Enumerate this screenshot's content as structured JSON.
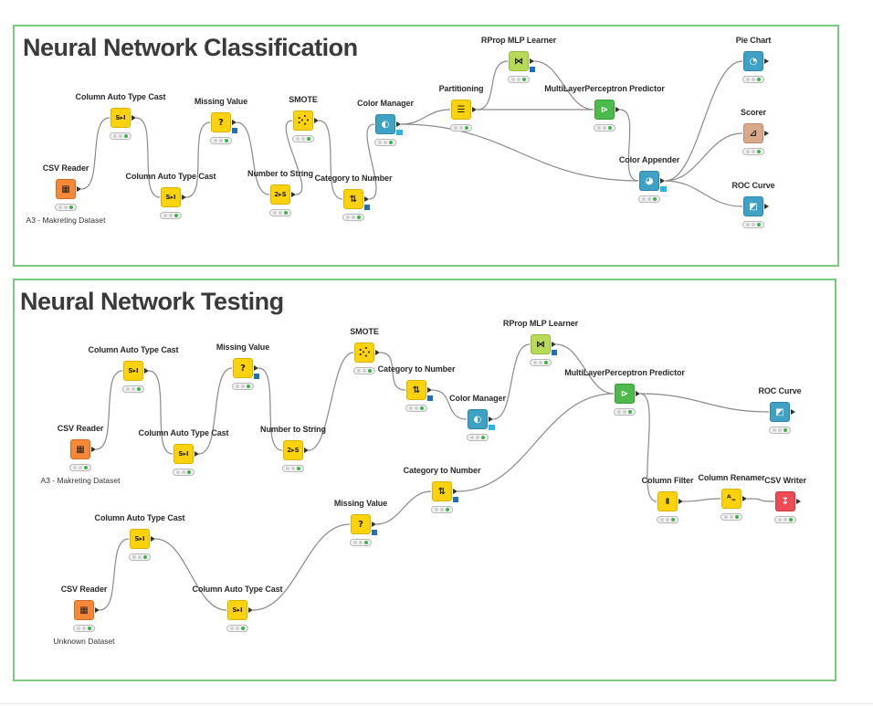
{
  "workflow": {
    "sections": [
      {
        "id": "classification",
        "title": "Neural Network Classification"
      },
      {
        "id": "testing",
        "title": "Neural Network Testing"
      }
    ],
    "nodes": {
      "c_csv": {
        "label": "CSV Reader",
        "sublabel": "A3 - Makreting Dataset",
        "icon": "table-arrow-icon",
        "color": "orange"
      },
      "c_cat1": {
        "label": "Column Auto Type Cast",
        "icon": "type-cast-icon",
        "color": "yellow"
      },
      "c_cat2": {
        "label": "Column Auto Type Cast",
        "icon": "type-cast-icon",
        "color": "yellow"
      },
      "c_mv": {
        "label": "Missing Value",
        "icon": "question-icon",
        "color": "yellow"
      },
      "c_n2s": {
        "label": "Number to String",
        "icon": "number-to-string-icon",
        "color": "yellow"
      },
      "c_smote": {
        "label": "SMOTE",
        "icon": "scatter-icon",
        "color": "yellow"
      },
      "c_c2n": {
        "label": "Category to Number",
        "icon": "category-number-icon",
        "color": "yellow"
      },
      "c_cm": {
        "label": "Color Manager",
        "icon": "color-drop-icon",
        "color": "teal"
      },
      "c_part": {
        "label": "Partitioning",
        "icon": "partition-icon",
        "color": "yellow"
      },
      "c_rprop": {
        "label": "RProp MLP Learner",
        "icon": "neural-net-icon",
        "color": "lime"
      },
      "c_mlp": {
        "label": "MultiLayerPerceptron Predictor",
        "icon": "predictor-icon",
        "color": "green"
      },
      "c_ca": {
        "label": "Color Appender",
        "icon": "color-wheel-icon",
        "color": "teal"
      },
      "c_pie": {
        "label": "Pie Chart",
        "icon": "pie-icon",
        "color": "teal"
      },
      "c_scorer": {
        "label": "Scorer",
        "icon": "scorer-icon",
        "color": "tan"
      },
      "c_roc": {
        "label": "ROC Curve",
        "icon": "roc-icon",
        "color": "teal"
      },
      "t_csv1": {
        "label": "CSV Reader",
        "sublabel": "A3 - Makreting Dataset",
        "icon": "table-arrow-icon",
        "color": "orange"
      },
      "t_cat1": {
        "label": "Column Auto Type Cast",
        "icon": "type-cast-icon",
        "color": "yellow"
      },
      "t_cat2": {
        "label": "Column Auto Type Cast",
        "icon": "type-cast-icon",
        "color": "yellow"
      },
      "t_mv1": {
        "label": "Missing Value",
        "icon": "question-icon",
        "color": "yellow"
      },
      "t_n2s": {
        "label": "Number to String",
        "icon": "number-to-string-icon",
        "color": "yellow"
      },
      "t_smote": {
        "label": "SMOTE",
        "icon": "scatter-icon",
        "color": "yellow"
      },
      "t_c2n1": {
        "label": "Category to Number",
        "icon": "category-number-icon",
        "color": "yellow"
      },
      "t_cm": {
        "label": "Color Manager",
        "icon": "color-drop-icon",
        "color": "teal"
      },
      "t_rprop": {
        "label": "RProp MLP Learner",
        "icon": "neural-net-icon",
        "color": "lime"
      },
      "t_mlp": {
        "label": "MultiLayerPerceptron Predictor",
        "icon": "predictor-icon",
        "color": "green"
      },
      "t_roc": {
        "label": "ROC Curve",
        "icon": "roc-icon",
        "color": "teal"
      },
      "t_cf": {
        "label": "Column Filter",
        "icon": "column-filter-icon",
        "color": "yellow"
      },
      "t_cr": {
        "label": "Column Renamer",
        "icon": "column-rename-icon",
        "color": "yellow"
      },
      "t_csvw": {
        "label": "CSV Writer",
        "icon": "csv-writer-icon",
        "color": "red"
      },
      "t_csv2": {
        "label": "CSV Reader",
        "sublabel": "Unknown Dataset",
        "icon": "table-arrow-icon",
        "color": "orange"
      },
      "t_cat3": {
        "label": "Column Auto Type Cast",
        "icon": "type-cast-icon",
        "color": "yellow"
      },
      "t_cat4": {
        "label": "Column Auto Type Cast",
        "icon": "type-cast-icon",
        "color": "yellow"
      },
      "t_mv2": {
        "label": "Missing Value",
        "icon": "question-icon",
        "color": "yellow"
      },
      "t_c2n2": {
        "label": "Category to Number",
        "icon": "category-number-icon",
        "color": "yellow"
      }
    },
    "icon_glyphs": {
      "table-arrow-icon": "▦",
      "type-cast-icon": "S▸I",
      "question-icon": "?",
      "number-to-string-icon": "2▸S",
      "scatter-icon": "⁚⁛",
      "category-number-icon": "⇅",
      "color-drop-icon": "◐",
      "partition-icon": "☰",
      "neural-net-icon": "⋈",
      "predictor-icon": "⊳",
      "color-wheel-icon": "◕",
      "pie-icon": "◔",
      "scorer-icon": "⊿",
      "roc-icon": "◩",
      "column-filter-icon": "⇟",
      "column-rename-icon": "ᴬ₌",
      "csv-writer-icon": "↧"
    },
    "colors": {
      "orange": "#f7883a",
      "yellow": "#fcd20c",
      "teal": "#3fa2c5",
      "lime": "#b6d957",
      "green": "#4cbb4c",
      "tan": "#d8a98a",
      "red": "#ee4c54",
      "annotation_border": "#7cc87c",
      "status_green": "#39b54a"
    }
  }
}
